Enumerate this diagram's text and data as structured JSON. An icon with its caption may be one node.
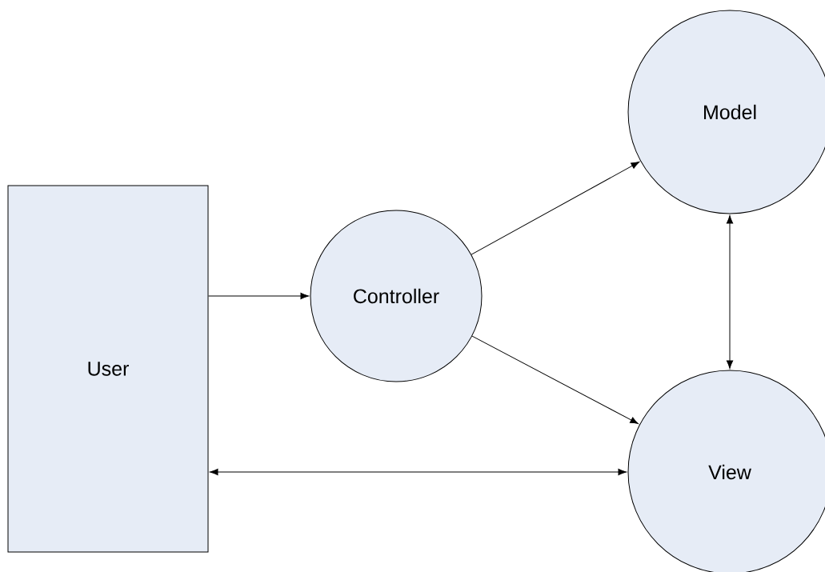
{
  "diagram": {
    "nodes": [
      {
        "text": [
          "User"
        ]
      },
      {
        "text": [
          "Controller"
        ]
      },
      {
        "text": [
          "Model"
        ]
      },
      {
        "text": [
          "View"
        ]
      }
    ],
    "edges": [
      {
        "from": 0,
        "to": 1,
        "arrow": "to"
      },
      {
        "from": 1,
        "to": 2,
        "arrow": "to"
      },
      {
        "from": 1,
        "to": 3,
        "arrow": "to"
      },
      {
        "from": 2,
        "to": 3,
        "arrow": "both"
      },
      {
        "from": 0,
        "to": 3,
        "arrow": "both"
      }
    ]
  }
}
